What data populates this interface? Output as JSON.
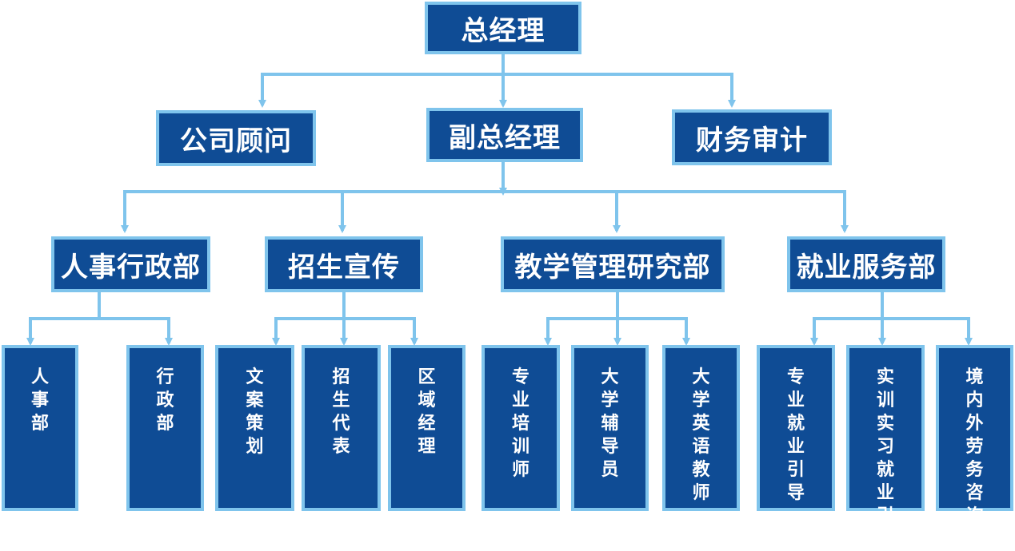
{
  "chart": {
    "top": "总经理",
    "second": [
      "公司顾问",
      "副总经理",
      "财务审计"
    ],
    "departments": [
      "人事行政部",
      "招生宣传",
      "教学管理研究部",
      "就业服务部"
    ],
    "units": {
      "hr_admin": [
        "人事部",
        "行政部"
      ],
      "recruit": [
        "文案策划",
        "招生代表",
        "区域经理"
      ],
      "teaching": [
        "专业培训师",
        "大学辅导员",
        "大学英语教师"
      ],
      "employment": [
        "专业就业引导",
        "实训实习就业引导",
        "境内外劳务咨询"
      ]
    }
  },
  "colors": {
    "box_fill": "#0f4c95",
    "box_border": "#7fc4ec",
    "connector": "#7fc4ec",
    "text": "#ffffff"
  }
}
